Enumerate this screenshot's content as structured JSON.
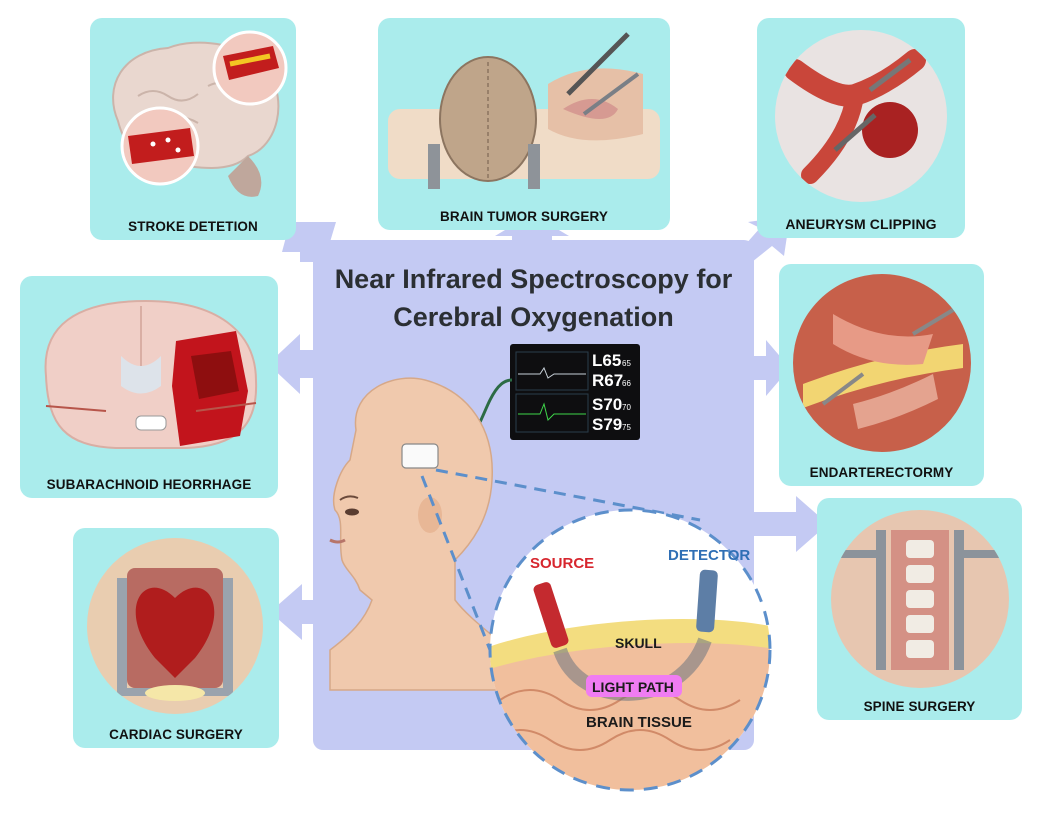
{
  "title": {
    "line1": "Near Infrared Spectroscopy for",
    "line2": "Cerebral Oxygenation"
  },
  "cards": {
    "stroke": "STROKE DETETION",
    "tumor": "BRAIN TUMOR SURGERY",
    "aneurysm": "ANEURYSM CLIPPING",
    "subarachnoid": "SUBARACHNOID HEORRHAGE",
    "endarterectomy": "ENDARTERECTORMY",
    "cardiac": "CARDIAC SURGERY",
    "spine": "SPINE SURGERY"
  },
  "monitor": {
    "l": "L65",
    "l_sub": "65",
    "r": "R67",
    "r_sub": "66",
    "s1": "S70",
    "s1_sub": "70",
    "s2": "S79",
    "s2_sub": "75"
  },
  "inset": {
    "source": "SOURCE",
    "detector": "DETECTOR",
    "skull": "SKULL",
    "light_path": "LIGHT PATH",
    "brain_tissue": "BRAIN TISSUE"
  },
  "colors": {
    "panel": "#c4caf3",
    "card": "#aaecec",
    "arrow": "#c4caf3",
    "source": "#d7262e",
    "detector": "#2f6fb5",
    "light_path_bg": "#f07cf2"
  }
}
